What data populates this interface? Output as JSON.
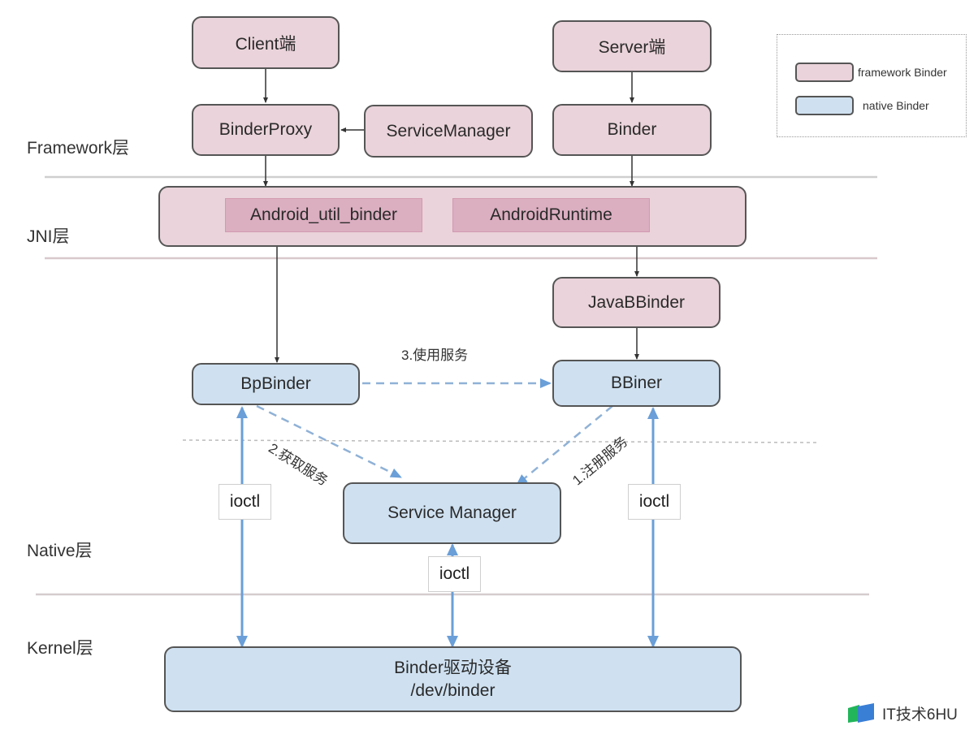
{
  "diagram": {
    "layers": [
      {
        "id": "framework",
        "label": "Framework层"
      },
      {
        "id": "jni",
        "label": "JNI层"
      },
      {
        "id": "native",
        "label": "Native层"
      },
      {
        "id": "kernel",
        "label": "Kernel层"
      }
    ],
    "nodes": {
      "client": {
        "label": "Client端",
        "kind": "framework"
      },
      "server": {
        "label": "Server端",
        "kind": "framework"
      },
      "binder_proxy": {
        "label": "BinderProxy",
        "kind": "framework"
      },
      "service_manager_fw": {
        "label": "ServiceManager",
        "kind": "framework"
      },
      "binder": {
        "label": "Binder",
        "kind": "framework"
      },
      "jni_container": {
        "label": "",
        "kind": "framework"
      },
      "android_util_binder": {
        "label": "Android_util_binder",
        "kind": "framework"
      },
      "android_runtime": {
        "label": "AndroidRuntime",
        "kind": "framework"
      },
      "java_bbinder": {
        "label": "JavaBBinder",
        "kind": "framework"
      },
      "bp_binder": {
        "label": "BpBinder",
        "kind": "native"
      },
      "bbiner": {
        "label": "BBiner",
        "kind": "native"
      },
      "service_manager": {
        "label": "Service Manager",
        "kind": "native"
      },
      "binder_driver": {
        "label_line1": "Binder驱动设备",
        "label_line2": "/dev/binder",
        "kind": "native"
      }
    },
    "edges": [
      {
        "from": "client",
        "to": "binder_proxy",
        "style": "solid"
      },
      {
        "from": "service_manager_fw",
        "to": "binder_proxy",
        "style": "solid"
      },
      {
        "from": "server",
        "to": "binder",
        "style": "solid"
      },
      {
        "from": "binder_proxy",
        "to": "jni_container",
        "style": "solid"
      },
      {
        "from": "binder",
        "to": "jni_container",
        "style": "solid"
      },
      {
        "from": "jni_container",
        "to": "bp_binder",
        "style": "solid"
      },
      {
        "from": "jni_container",
        "to": "java_bbinder",
        "style": "solid"
      },
      {
        "from": "java_bbinder",
        "to": "bbiner",
        "style": "solid"
      },
      {
        "from": "bp_binder",
        "to": "bbiner",
        "style": "dashed",
        "label": "3.使用服务"
      },
      {
        "from": "bp_binder",
        "to": "service_manager",
        "style": "dashed",
        "label": "2.获取服务"
      },
      {
        "from": "bbiner",
        "to": "service_manager",
        "style": "dashed",
        "label": "1.注册服务"
      },
      {
        "from": "binder_driver",
        "to": "bp_binder",
        "style": "bidirectional",
        "label": "ioctl"
      },
      {
        "from": "binder_driver",
        "to": "service_manager",
        "style": "bidirectional",
        "label": "ioctl"
      },
      {
        "from": "binder_driver",
        "to": "bbiner",
        "style": "bidirectional",
        "label": "ioctl"
      }
    ],
    "step_labels": {
      "use_service": "3.使用服务",
      "get_service": "2.获取服务",
      "register_service": "1.注册服务"
    },
    "ioctl_label": "ioctl"
  },
  "legend": {
    "items": [
      {
        "label": "framework Binder",
        "color": "#ead3da"
      },
      {
        "label": "native Binder",
        "color": "#cfe1f1"
      }
    ]
  },
  "colors": {
    "framework_fill": "#ead3da",
    "jni_inner_fill": "#dbaec0",
    "native_fill": "#cfe1f1",
    "arrow_blue": "#6a9fd8",
    "dashed_blue": "#8fb1d6",
    "border": "#555555"
  },
  "watermark": {
    "text": "IT技术6HU"
  }
}
